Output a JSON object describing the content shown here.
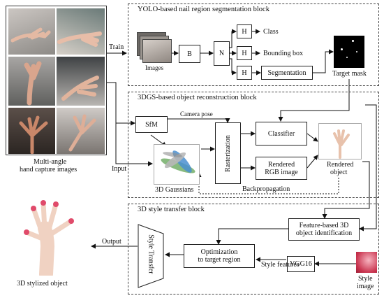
{
  "left_panel": {
    "caption_line1": "Multi-angle",
    "caption_line2": "hand capture images"
  },
  "yolo_block": {
    "title": "YOLO-based nail region segmentation block",
    "images_label": "Images",
    "backbone": "B",
    "neck": "N",
    "head1": "H",
    "head2": "H",
    "head3": "H",
    "class_label": "Class",
    "bbox_label": "Bounding box",
    "segmentation_label": "Segmentation",
    "target_mask_label": "Target mask"
  },
  "gs_block": {
    "title": "3DGS-based object reconstruction block",
    "sfm": "SfM",
    "camera_pose": "Camera pose",
    "rasterization": "Rasterization",
    "classifier": "Classifier",
    "rendered_rgb_line1": "Rendered",
    "rendered_rgb_line2": "RGB image",
    "gaussians_label": "3D Gaussians",
    "rendered_object_line1": "Rendered",
    "rendered_object_line2": "object",
    "backprop_label": "Backpropagation"
  },
  "style_block": {
    "title": "3D style transfer block",
    "feature_id_line1": "Feature-based 3D",
    "feature_id_line2": "object identification",
    "optimization_line1": "Optimization",
    "optimization_line2": "to target region",
    "vgg": "VGG16",
    "style_features": "Style features",
    "style_image_line1": "Style",
    "style_image_line2": "image",
    "style_transfer": "Style Transfer"
  },
  "edge_labels": {
    "train": "Train",
    "input": "Input",
    "output": "Output"
  },
  "output_caption": "3D stylized object"
}
